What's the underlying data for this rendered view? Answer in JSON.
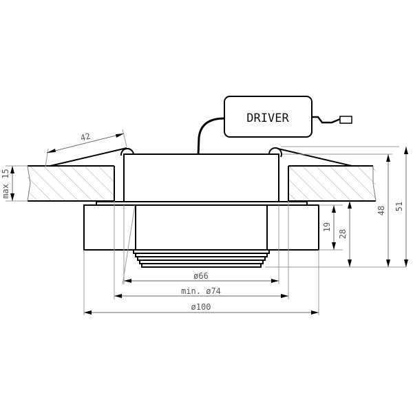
{
  "drawing": {
    "title": "Recessed downlight installation drawing",
    "driver_label": "DRIVER",
    "colors": {
      "line": "#000000",
      "dimension": "#6a6a6a",
      "extension": "#9a9a9a",
      "hatch": "#8a8a8a",
      "background": "#ffffff"
    },
    "dimensions": {
      "ceiling_thickness": "max 15",
      "spring_clip_length": "42",
      "inner_diameter": "ø66",
      "cutout_diameter": "min. ø74",
      "outer_diameter": "ø100",
      "bezel_height": "19",
      "below_ceiling_height": "28",
      "height_above_ceiling": "48",
      "total_height": "51"
    }
  }
}
